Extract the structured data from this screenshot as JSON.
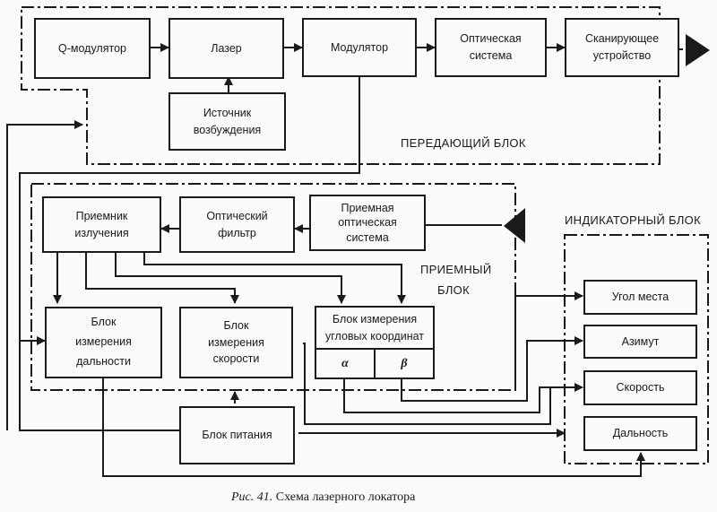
{
  "title": "Схема лазерного локатора",
  "caption": {
    "figure": "Рис. 41.",
    "text": "Схема лазерного локатора"
  },
  "groups": {
    "transmitter": "ПЕРЕДАЮЩИЙ БЛОК",
    "receiver_line1": "ПРИЕМНЫЙ",
    "receiver_line2": "БЛОК",
    "indicator": "ИНДИКАТОРНЫЙ БЛОК"
  },
  "blocks": {
    "q_modulator": "Q-модулятор",
    "laser": "Лазер",
    "modulator": "Модулятор",
    "optical_system": "Оптическая система",
    "scanner": "Сканирующее устройство",
    "excitation": "Источник возбуждения",
    "receiver": "Приемник излучения",
    "optical_filter": "Оптический фильтр",
    "receiving_optics": "Приемная оптическая система",
    "range_block": "Блок измерения дальности",
    "speed_block": "Блок измерения скорости",
    "angle_block": "Блок измерения угловых координат",
    "alpha": "α",
    "beta": "β",
    "power": "Блок питания",
    "ind_elevation": "Угол места",
    "ind_azimuth": "Азимут",
    "ind_speed": "Скорость",
    "ind_range": "Дальность"
  },
  "colors": {
    "ink": "#1a1a1a",
    "paper": "#fafaf8"
  }
}
